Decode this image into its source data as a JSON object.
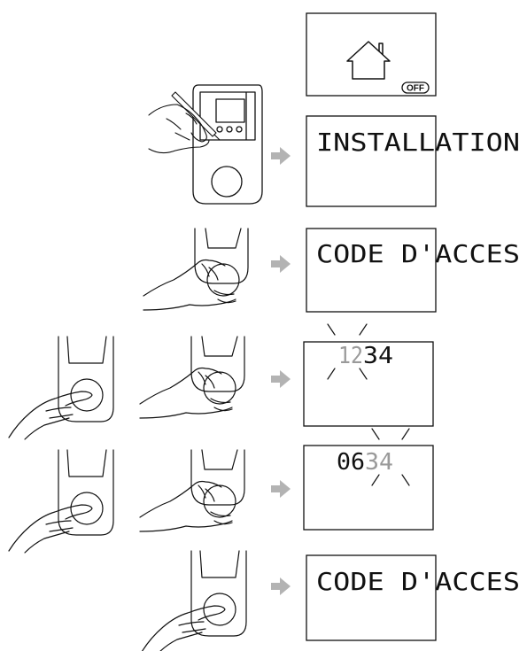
{
  "steps": [
    {
      "screen": "home",
      "badge": "OFF"
    },
    {
      "screen": "text",
      "text": "INSTALLATION"
    },
    {
      "screen": "text",
      "text": "CODE D'ACCES"
    },
    {
      "screen": "code",
      "digits_dim": "12",
      "digits_bright": "34"
    },
    {
      "screen": "code",
      "digits_bright": "06",
      "digits_dim": "34"
    },
    {
      "screen": "text",
      "text": "CODE D'ACCES"
    }
  ],
  "colors": {
    "line": "#111111",
    "arrow": "#b3b3b3",
    "dim_digits": "#9a9a9a"
  }
}
